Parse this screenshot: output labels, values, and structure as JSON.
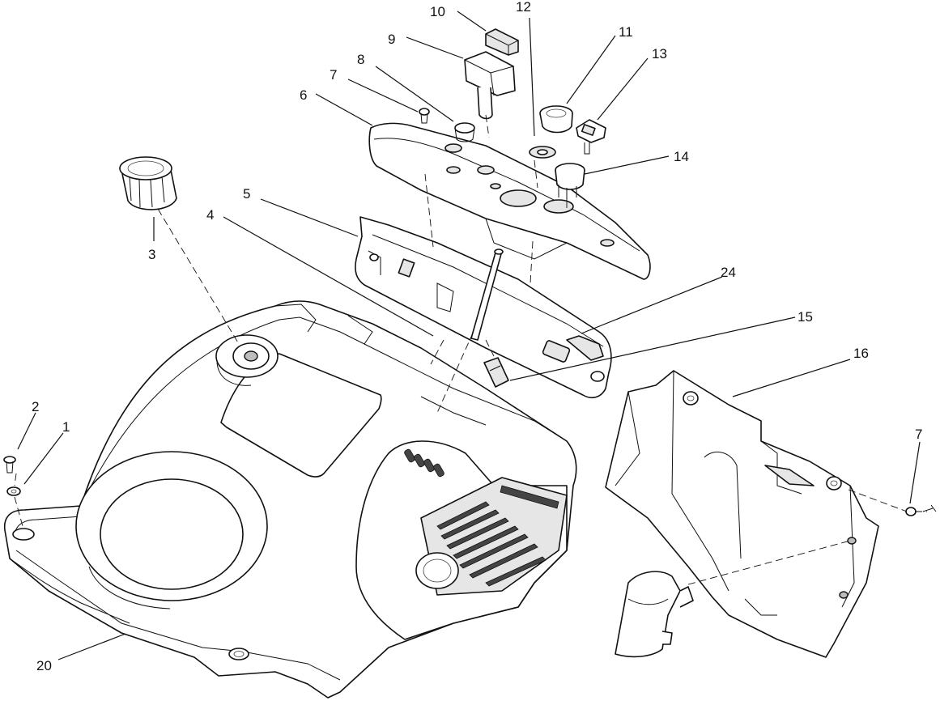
{
  "callouts": [
    {
      "id": "c10",
      "text": "10"
    },
    {
      "id": "c12",
      "text": "12"
    },
    {
      "id": "c9",
      "text": "9"
    },
    {
      "id": "c11",
      "text": "11"
    },
    {
      "id": "c13",
      "text": "13"
    },
    {
      "id": "c8",
      "text": "8"
    },
    {
      "id": "c7a",
      "text": "7"
    },
    {
      "id": "c6",
      "text": "6"
    },
    {
      "id": "c14",
      "text": "14"
    },
    {
      "id": "c5",
      "text": "5"
    },
    {
      "id": "c4",
      "text": "4"
    },
    {
      "id": "c3",
      "text": "3"
    },
    {
      "id": "c24",
      "text": "24"
    },
    {
      "id": "c15",
      "text": "15"
    },
    {
      "id": "c16",
      "text": "16"
    },
    {
      "id": "c2",
      "text": "2"
    },
    {
      "id": "c1",
      "text": "1"
    },
    {
      "id": "c7b",
      "text": "7"
    },
    {
      "id": "c20",
      "text": "20"
    }
  ],
  "colors": {
    "line": "#111111",
    "background": "#ffffff",
    "shade": "#e6e6e6"
  }
}
